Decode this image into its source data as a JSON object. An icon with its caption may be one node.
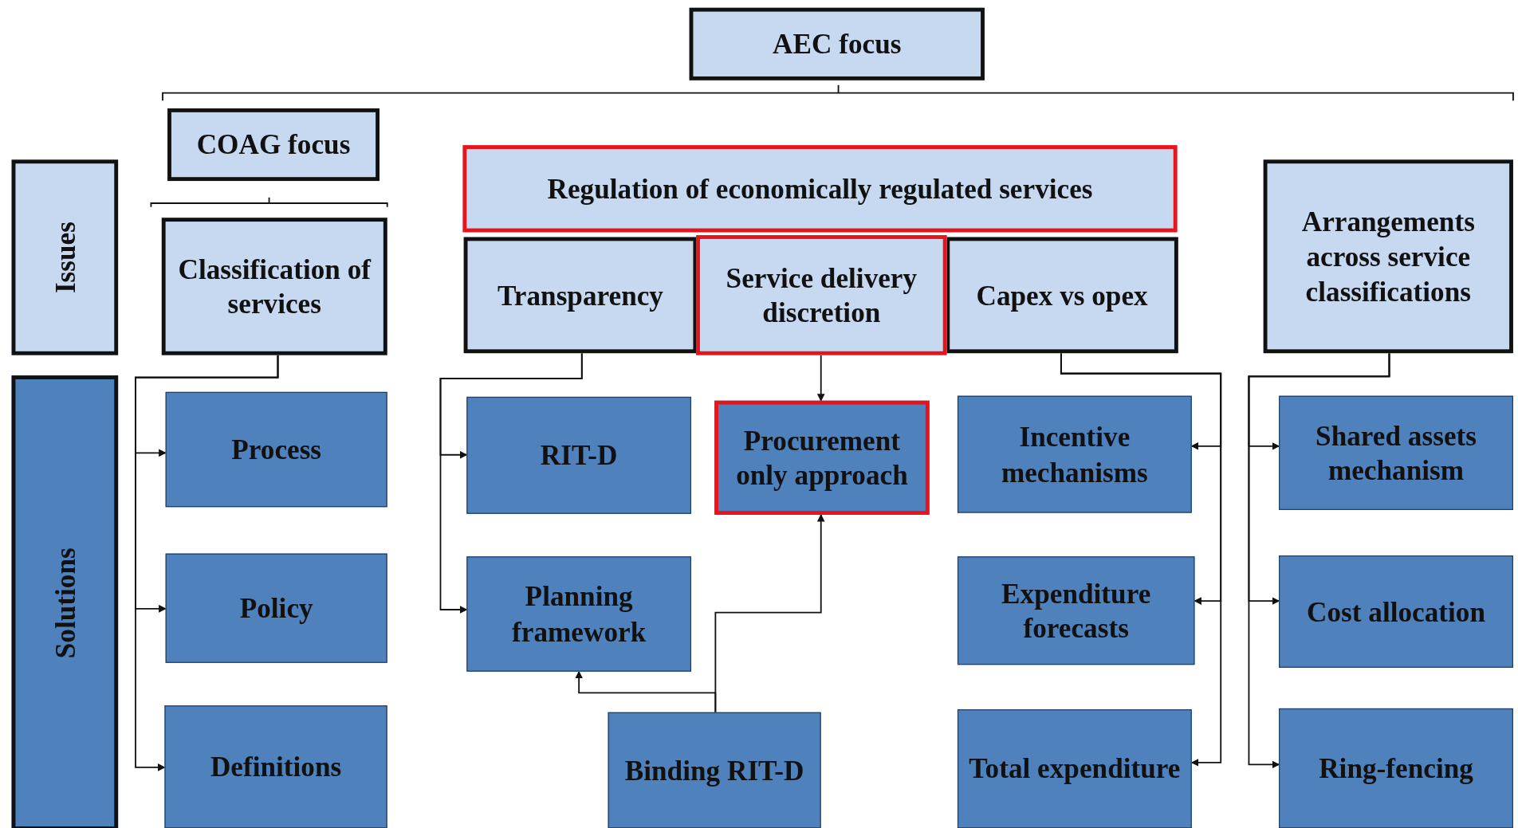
{
  "diagram": {
    "nodes": [
      {
        "text": [
          "AEC focus"
        ]
      },
      {
        "text": [
          "COAG focus"
        ]
      },
      {
        "text": [
          "Issues"
        ]
      },
      {
        "text": [
          "Regulation of economically regulated services"
        ]
      },
      {
        "text": [
          "Arrangements across service classifications"
        ]
      },
      {
        "text": [
          "Classification of services"
        ]
      },
      {
        "text": [
          "Transparency"
        ]
      },
      {
        "text": [
          "Service delivery discretion"
        ]
      },
      {
        "text": [
          "Capex vs opex"
        ]
      },
      {
        "text": [
          "Solutions"
        ]
      },
      {
        "text": [
          "Process"
        ]
      },
      {
        "text": [
          "RIT-D"
        ]
      },
      {
        "text": [
          "Procurement only approach"
        ]
      },
      {
        "text": [
          "Incentive mechanisms"
        ]
      },
      {
        "text": [
          "Shared assets mechanism"
        ]
      },
      {
        "text": [
          "Policy"
        ]
      },
      {
        "text": [
          "Planning framework"
        ]
      },
      {
        "text": [
          "Expenditure forecasts"
        ]
      },
      {
        "text": [
          "Cost allocation"
        ]
      },
      {
        "text": [
          "Definitions"
        ]
      },
      {
        "text": [
          "Binding RIT-D"
        ]
      },
      {
        "text": [
          "Total expenditure"
        ]
      },
      {
        "text": [
          "Ring-fencing"
        ]
      }
    ],
    "edges": [
      {
        "from": 5,
        "to": 10,
        "arrow": "to"
      },
      {
        "from": 5,
        "to": 15,
        "arrow": "to"
      },
      {
        "from": 5,
        "to": 19,
        "arrow": "to"
      },
      {
        "from": 6,
        "to": 11,
        "arrow": "to"
      },
      {
        "from": 6,
        "to": 16,
        "arrow": "to"
      },
      {
        "from": 7,
        "to": 12,
        "arrow": "to"
      },
      {
        "from": 8,
        "to": 13,
        "arrow": "to"
      },
      {
        "from": 8,
        "to": 17,
        "arrow": "to"
      },
      {
        "from": 8,
        "to": 21,
        "arrow": "to"
      },
      {
        "from": 4,
        "to": 14,
        "arrow": "to"
      },
      {
        "from": 4,
        "to": 18,
        "arrow": "to"
      },
      {
        "from": 4,
        "to": 22,
        "arrow": "to"
      },
      {
        "from": 20,
        "to": 12,
        "arrow": "to"
      },
      {
        "from": 20,
        "to": 16,
        "arrow": "to"
      }
    ]
  }
}
